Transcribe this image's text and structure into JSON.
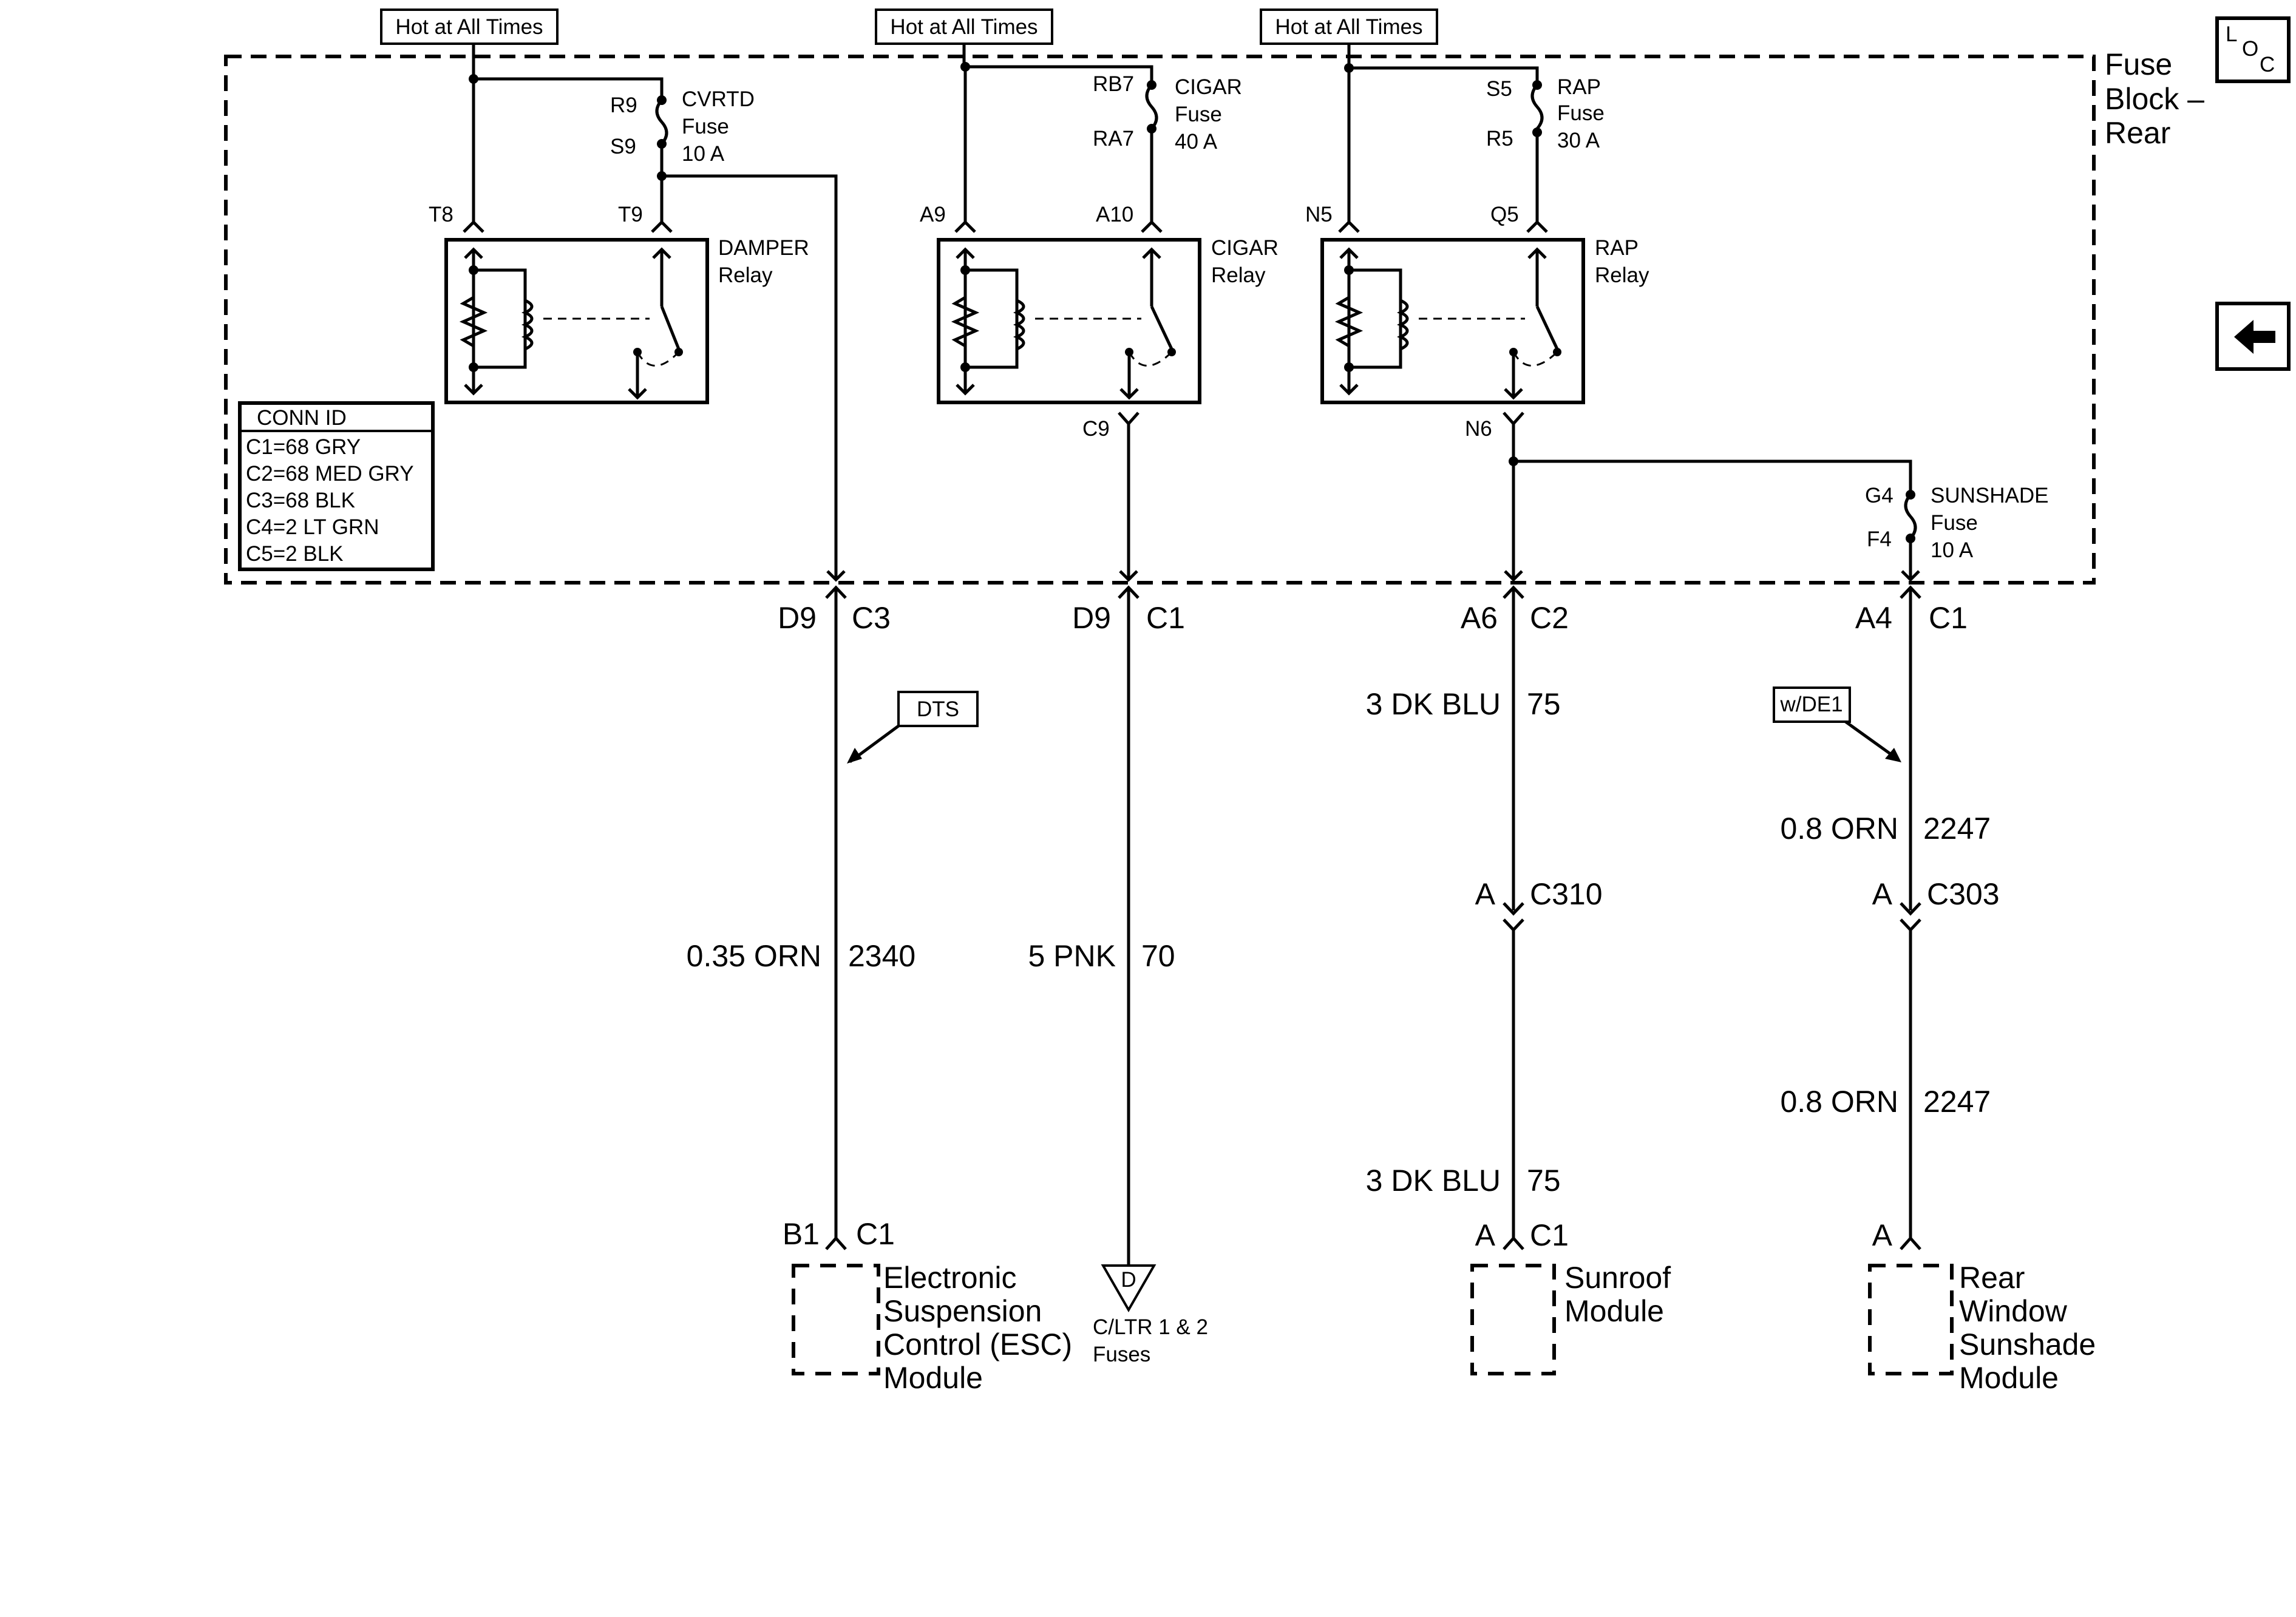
{
  "hot_labels": [
    "Hot at All Times",
    "Hot at All Times",
    "Hot at All Times"
  ],
  "fuse_block": {
    "line1": "Fuse",
    "line2": "Block –",
    "line3": "Rear"
  },
  "loc_icon": {
    "l": "L",
    "o": "O",
    "c": "C"
  },
  "fuses": {
    "cvrtd": {
      "name": "CVRTD",
      "word": "Fuse",
      "rating": "10 A",
      "in": "R9",
      "out": "S9"
    },
    "cigar": {
      "name": "CIGAR",
      "word": "Fuse",
      "rating": "40 A",
      "in": "RB7",
      "out": "RA7"
    },
    "rap": {
      "name": "RAP",
      "word": "Fuse",
      "rating": "30 A",
      "in": "S5",
      "out": "R5"
    },
    "sunshade": {
      "name": "SUNSHADE",
      "word": "Fuse",
      "rating": "10 A",
      "in": "G4",
      "out": "F4"
    }
  },
  "relays": {
    "damper": {
      "name": "DAMPER",
      "word": "Relay",
      "pin_a": "T8",
      "pin_b": "T9"
    },
    "cigar": {
      "name": "CIGAR",
      "word": "Relay",
      "pin_a": "A9",
      "pin_b": "A10",
      "out": "C9"
    },
    "rap": {
      "name": "RAP",
      "word": "Relay",
      "pin_a": "N5",
      "pin_b": "Q5",
      "out": "N6"
    }
  },
  "conn_id": {
    "title": "CONN ID",
    "rows": [
      "C1=68 GRY",
      "C2=68 MED GRY",
      "C3=68 BLK",
      "C4=2 LT GRN",
      "C5=2 BLK"
    ]
  },
  "circuits": [
    {
      "pin": "D9",
      "conn": "C3",
      "wire": "0.35 ORN",
      "circuit": "2340",
      "end_pin": "B1",
      "end_conn": "C1"
    },
    {
      "pin": "D9",
      "conn": "C1",
      "wire": "5 PNK",
      "circuit": "70"
    },
    {
      "pin": "A6",
      "conn": "C2",
      "wire_top": "3 DK BLU",
      "circuit_top": "75",
      "inline_pin": "A",
      "inline_conn": "C310",
      "wire_bottom": "3 DK BLU",
      "circuit_bottom": "75",
      "end_pin": "A",
      "end_conn": "C1"
    },
    {
      "pin": "A4",
      "conn": "C1",
      "wire_top": "0.8 ORN",
      "circuit_top": "2247",
      "inline_pin": "A",
      "inline_conn": "C303",
      "wire_bottom": "0.8 ORN",
      "circuit_bottom": "2247",
      "end_pin": "A"
    }
  ],
  "options": {
    "dts": "DTS",
    "de1": "w/DE1"
  },
  "modules": {
    "esc": [
      "Electronic",
      "Suspension",
      "Control (ESC)",
      "Module"
    ],
    "sunroof": [
      "Sunroof",
      "Module"
    ],
    "sunshade": [
      "Rear",
      "Window",
      "Sunshade",
      "Module"
    ]
  },
  "ground": {
    "letter": "D",
    "line1": "C/LTR 1 & 2",
    "line2": "Fuses"
  }
}
